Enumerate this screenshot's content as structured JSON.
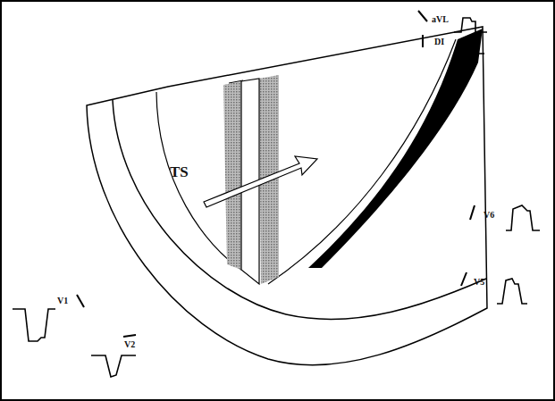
{
  "diagram": {
    "labels": [
      "aVL",
      "DI",
      "V6",
      "V5",
      "V1",
      "V2",
      "TS"
    ]
  }
}
